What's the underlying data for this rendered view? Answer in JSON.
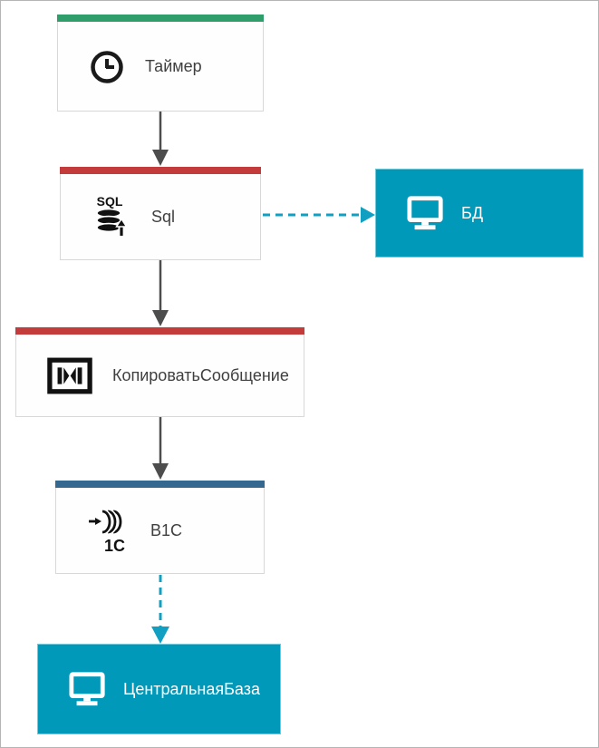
{
  "diagram": {
    "type": "integration-flow",
    "nodes": {
      "timer": {
        "label": "Таймер",
        "kind": "process-step",
        "accent_color": "#2f9e6a",
        "icon": "clock-icon"
      },
      "sql": {
        "label": "Sql",
        "kind": "process-step",
        "accent_color": "#c43b3b",
        "icon": "sql-database-icon"
      },
      "db": {
        "label": "БД",
        "kind": "endpoint",
        "fill_color": "#0099ba",
        "icon": "monitor-icon"
      },
      "copy_message": {
        "label": "КопироватьСообщение",
        "kind": "process-step",
        "accent_color": "#c43b3b",
        "icon": "map-transform-icon"
      },
      "v1c": {
        "label": "В1С",
        "kind": "process-step",
        "accent_color": "#35688f",
        "icon": "one-c-queue-icon"
      },
      "central_base": {
        "label": "ЦентральнаяБаза",
        "kind": "endpoint",
        "fill_color": "#0099ba",
        "icon": "monitor-icon"
      }
    },
    "edges": [
      {
        "from": "timer",
        "to": "sql",
        "style": "solid",
        "color": "#4d4d4d"
      },
      {
        "from": "sql",
        "to": "db",
        "style": "dashed",
        "color": "#12a0c2"
      },
      {
        "from": "sql",
        "to": "copy_message",
        "style": "solid",
        "color": "#4d4d4d"
      },
      {
        "from": "copy_message",
        "to": "v1c",
        "style": "solid",
        "color": "#4d4d4d"
      },
      {
        "from": "v1c",
        "to": "central_base",
        "style": "dashed",
        "color": "#12a0c2"
      }
    ],
    "icons": {
      "sql_glyph": "SQL",
      "one_c_glyph": "1С"
    },
    "colors": {
      "canvas_border": "#b5b5b5",
      "node_border": "#d8d8d8",
      "label_text": "#3f3f3f",
      "endpoint_fill": "#0099ba",
      "solid_connector": "#4d4d4d",
      "dashed_connector": "#12a0c2",
      "accent_green": "#2f9e6a",
      "accent_red": "#c43b3b",
      "accent_blue": "#35688f"
    }
  }
}
